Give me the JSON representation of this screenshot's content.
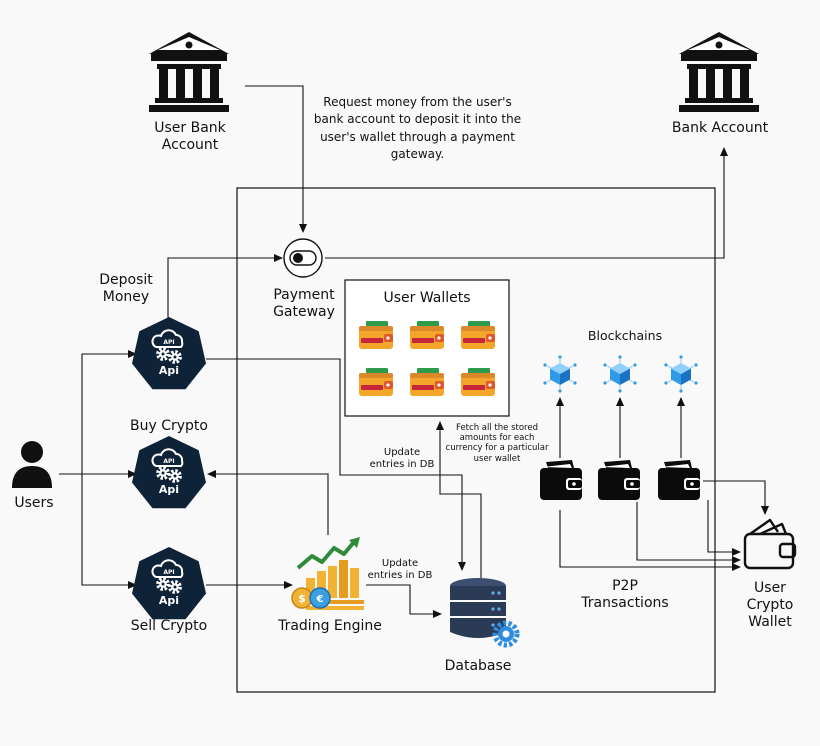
{
  "labels": {
    "user_bank": "User Bank\nAccount",
    "bank": "Bank Account",
    "note_request": "Request money from the user's\nbank account to deposit it into the\nuser's wallet through a payment\ngateway.",
    "payment_gateway": "Payment\nGateway",
    "user_wallets": "User Wallets",
    "deposit": "Deposit\nMoney",
    "buy": "Buy Crypto",
    "sell": "Sell Crypto",
    "users": "Users",
    "blockchains": "Blockchains",
    "update_db_1": "Update\nentries in DB",
    "update_db_2": "Update\nentries in DB",
    "fetch": "Fetch all the stored\namounts for each\ncurrency for a particular\nuser wallet",
    "trading_engine": "Trading Engine",
    "database": "Database",
    "p2p": "P2P\nTransactions",
    "user_crypto_wallet": "User\nCrypto\nWallet"
  },
  "api": {
    "top": "API",
    "main": "Api"
  },
  "colors": {
    "api_bg": "#0f2338",
    "wallet_dark": "#0b0b0b",
    "block_blue": "#2f9be6",
    "db_dark": "#2b3a55",
    "gear_blue": "#2f8de0",
    "chart_green": "#2f8a3a",
    "coin_gold": "#f2b233"
  }
}
